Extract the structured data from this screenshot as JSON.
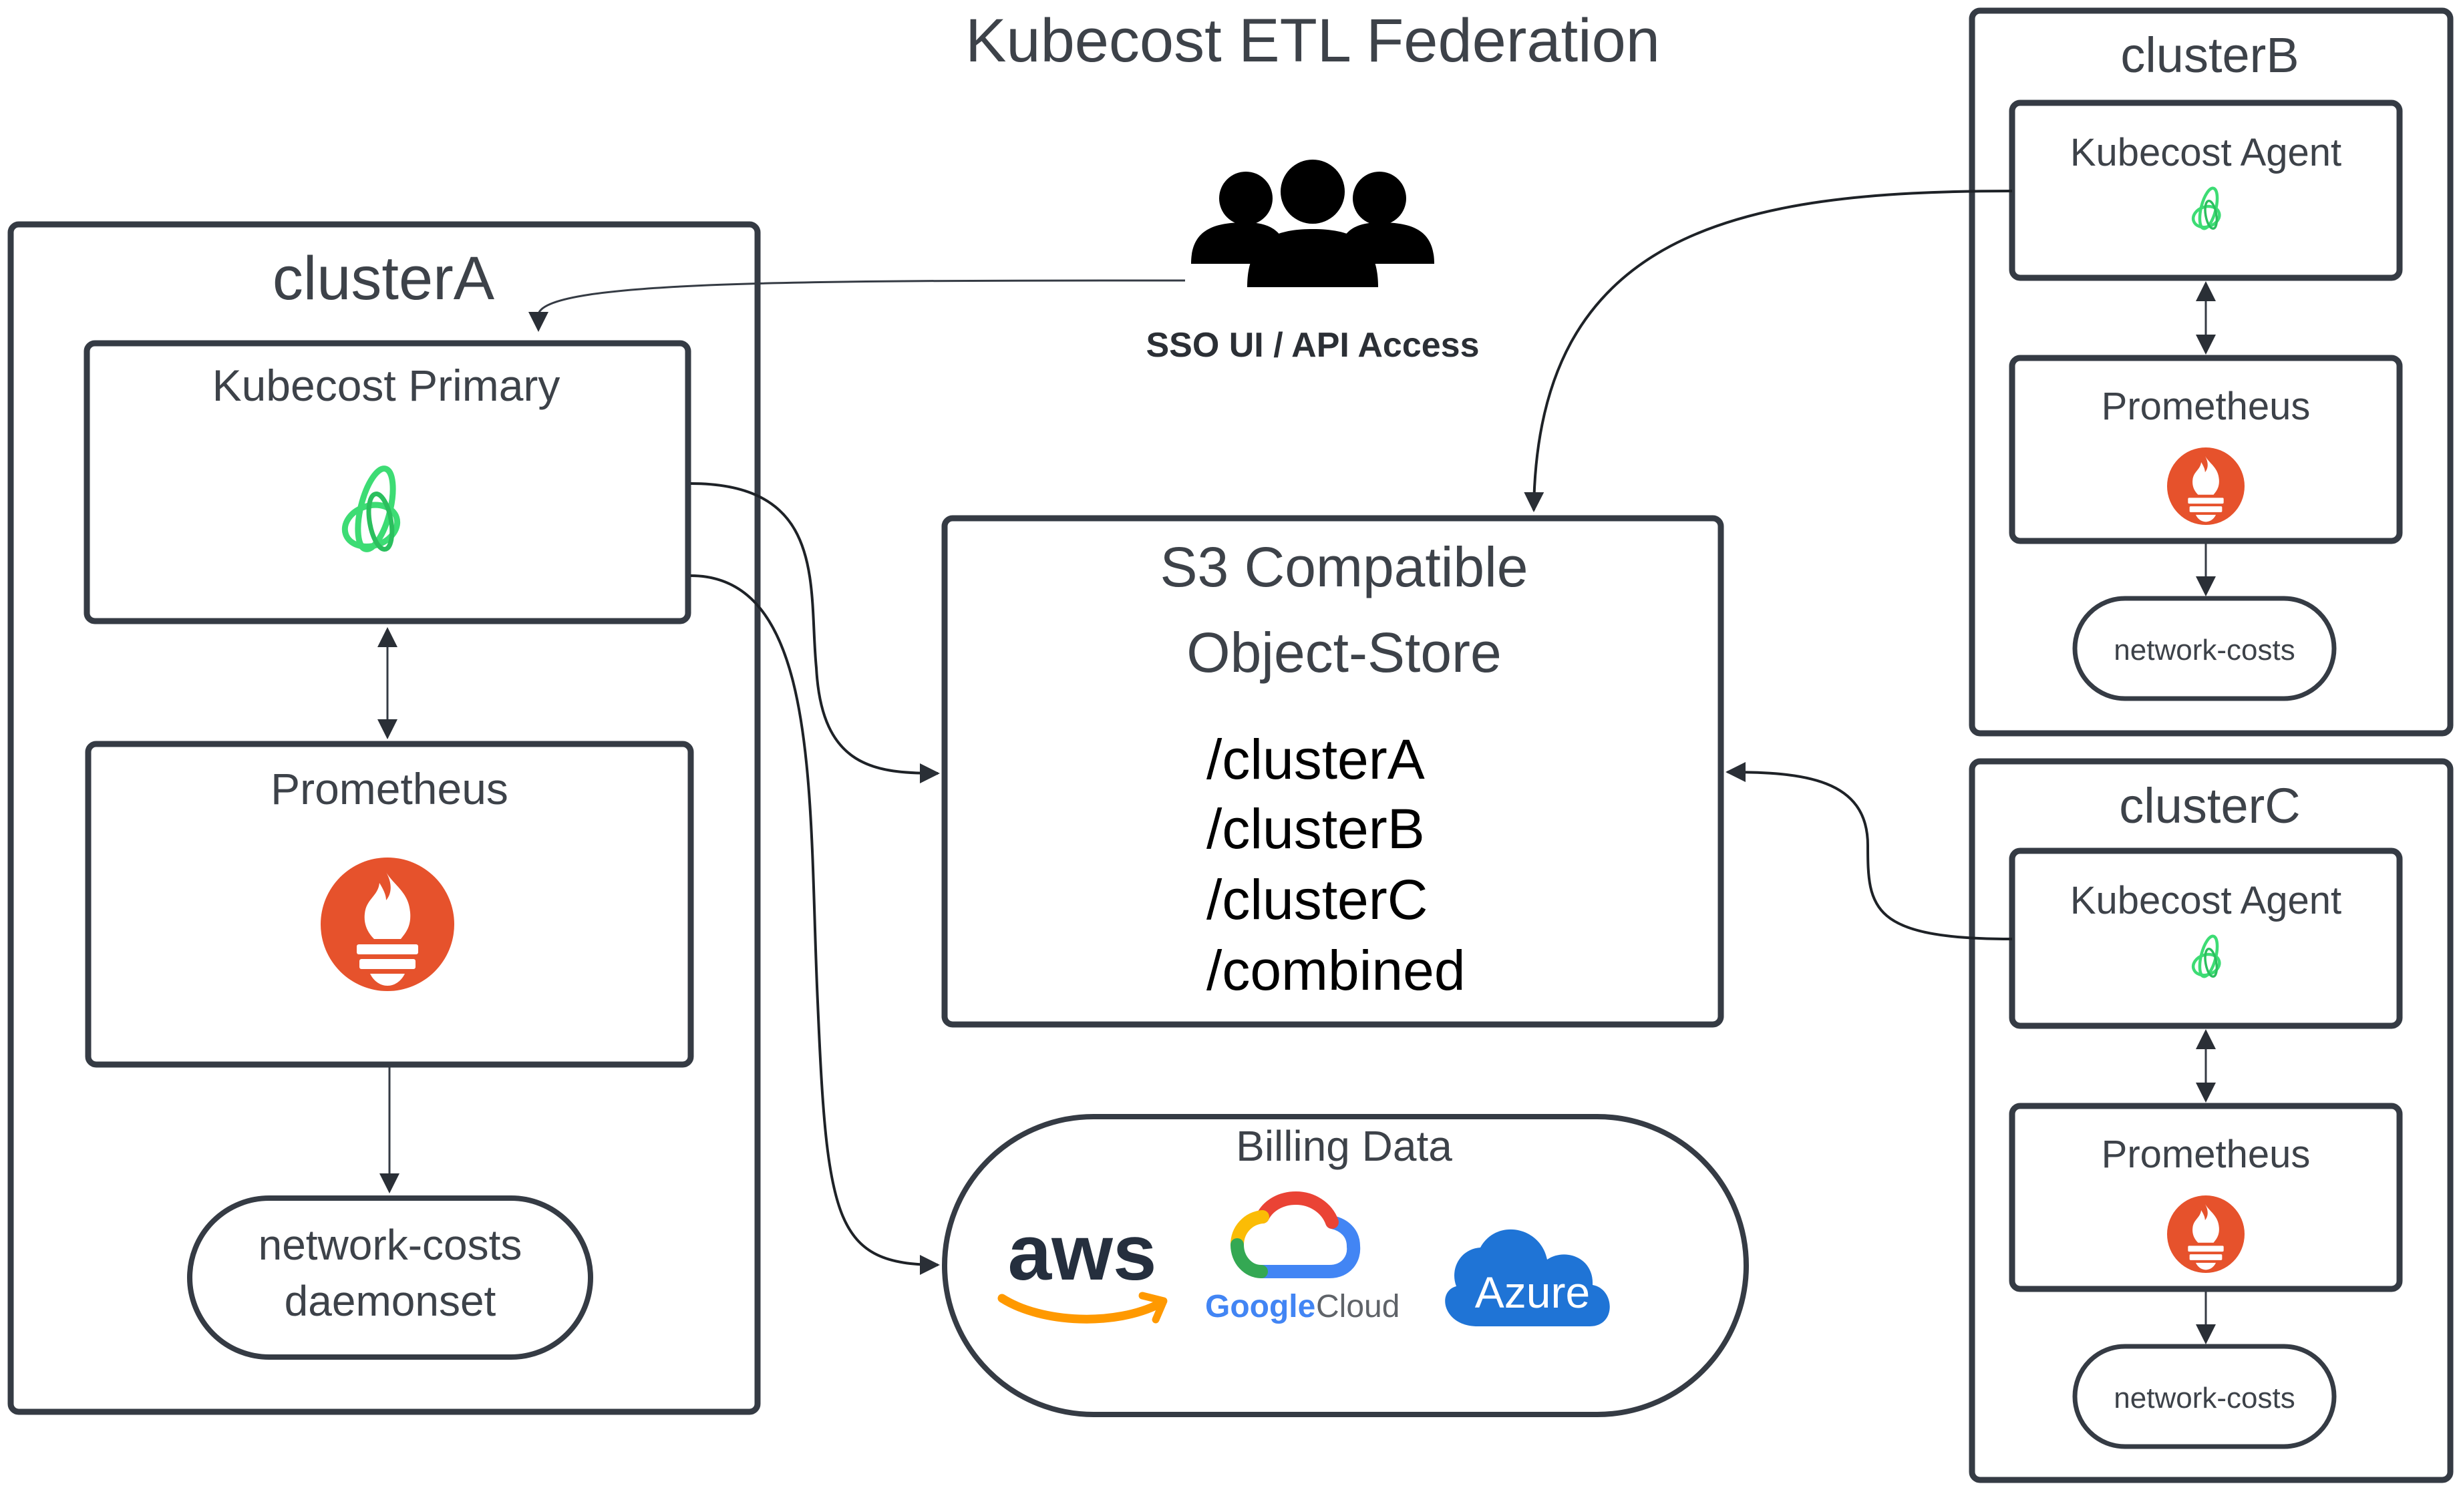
{
  "title": "Kubecost ETL Federation",
  "colors": {
    "stroke": "#353b44",
    "text": "#3d4249",
    "kubecost_green": "#3ddc74",
    "prometheus_orange": "#e6522c",
    "aws_orange": "#ff9900",
    "aws_text": "#252f3e",
    "azure_blue": "#1f74d6",
    "google_blue": "#4285f4",
    "google_red": "#ea4335",
    "google_yellow": "#fbbc05",
    "google_green": "#34a853"
  },
  "sso": {
    "label": "SSO UI / API Access",
    "icon": "users-group-icon"
  },
  "cluster_a": {
    "label": "clusterA",
    "primary": {
      "label": "Kubecost Primary",
      "icon": "kubecost-logo-icon"
    },
    "prometheus": {
      "label": "Prometheus",
      "icon": "prometheus-logo-icon"
    },
    "network_costs": {
      "line1": "network-costs",
      "line2": "daemonset"
    }
  },
  "cluster_b": {
    "label": "clusterB",
    "agent": {
      "label": "Kubecost Agent",
      "icon": "kubecost-logo-icon"
    },
    "prometheus": {
      "label": "Prometheus",
      "icon": "prometheus-logo-icon"
    },
    "network_costs": "network-costs"
  },
  "cluster_c": {
    "label": "clusterC",
    "agent": {
      "label": "Kubecost Agent",
      "icon": "kubecost-logo-icon"
    },
    "prometheus": {
      "label": "Prometheus",
      "icon": "prometheus-logo-icon"
    },
    "network_costs": "network-costs"
  },
  "object_store": {
    "line1": "S3 Compatible",
    "line2": "Object-Store",
    "paths": [
      "/clusterA",
      "/clusterB",
      "/clusterC",
      "/combined"
    ]
  },
  "billing": {
    "label": "Billing Data",
    "providers": {
      "aws": "aws",
      "google_word": "Google",
      "google_cloud": "Cloud",
      "azure": "Azure"
    }
  }
}
